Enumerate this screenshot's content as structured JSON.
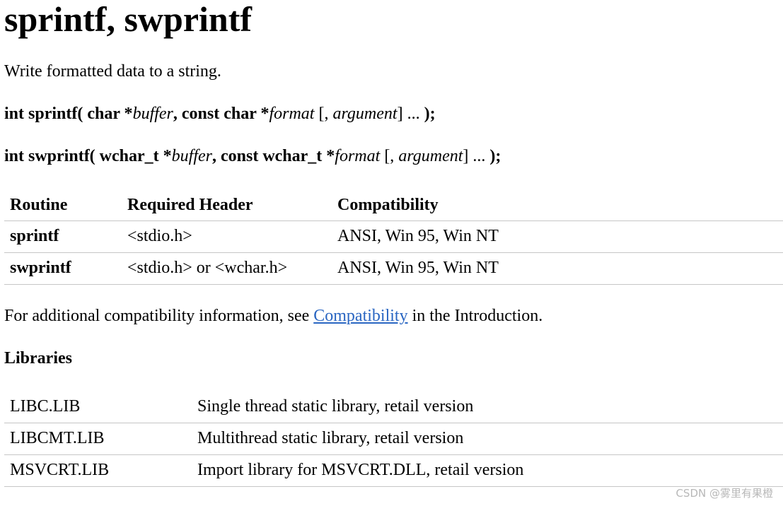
{
  "page": {
    "title": "sprintf, swprintf",
    "description": "Write formatted data to a string."
  },
  "syntax": {
    "sprintf": {
      "prefix": "int sprintf( char *",
      "buffer": "buffer",
      "mid": ", const char *",
      "format": "format",
      "open": " [, ",
      "argument": "argument",
      "close": "] ... ",
      "end": ");"
    },
    "swprintf": {
      "prefix": "int swprintf( wchar_t *",
      "buffer": "buffer",
      "mid": ", const wchar_t *",
      "format": "format",
      "open": " [, ",
      "argument": "argument",
      "close": "] ... ",
      "end": ");"
    }
  },
  "routines_table": {
    "headers": [
      "Routine",
      "Required Header",
      "Compatibility"
    ],
    "rows": [
      {
        "routine": "sprintf",
        "header": "<stdio.h>",
        "compatibility": "ANSI, Win 95, Win NT"
      },
      {
        "routine": "swprintf",
        "header": "<stdio.h> or <wchar.h>",
        "compatibility": "ANSI, Win 95, Win NT"
      }
    ]
  },
  "compat_note": {
    "before": "For additional compatibility information, see ",
    "link": "Compatibility",
    "after": " in the Introduction."
  },
  "libraries": {
    "heading": "Libraries",
    "rows": [
      {
        "name": "LIBC.LIB",
        "description": "Single thread static library, retail version"
      },
      {
        "name": "LIBCMT.LIB",
        "description": "Multithread static library, retail version"
      },
      {
        "name": "MSVCRT.LIB",
        "description": "Import library for MSVCRT.DLL, retail version"
      }
    ]
  },
  "watermark": "CSDN @雾里有果橙",
  "colors": {
    "link": "#2a66c2",
    "rule": "#c6c6c6",
    "watermark": "#b8b8b8"
  }
}
